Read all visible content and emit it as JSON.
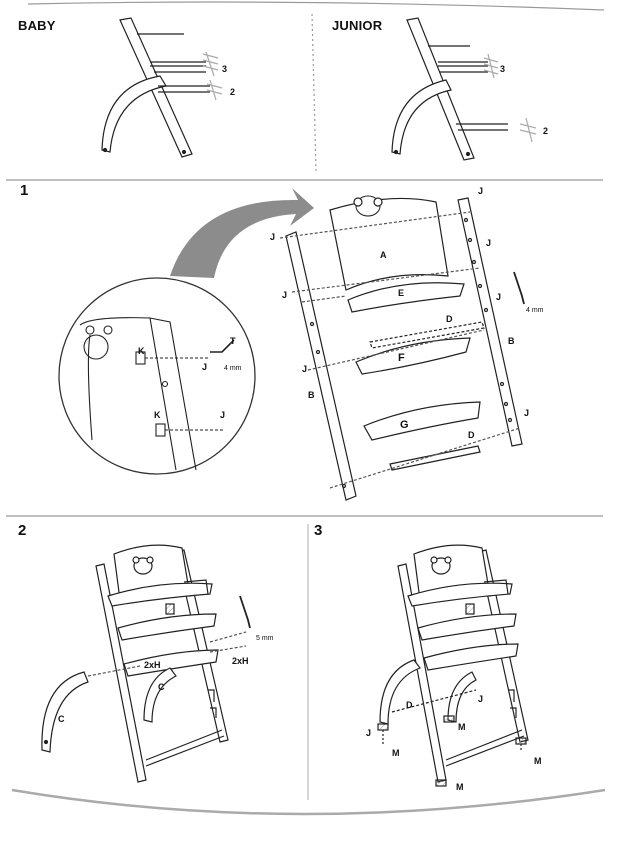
{
  "sections": {
    "baby": "BABY",
    "junior": "JUNIOR"
  },
  "steps": [
    "1",
    "2",
    "3"
  ],
  "baby_rungs": [
    "3",
    "2"
  ],
  "junior_rungs": [
    "3",
    "2"
  ],
  "step1": {
    "parts": {
      "A": "A",
      "B1": "B",
      "B2": "B",
      "D1": "D",
      "D2": "D",
      "E": "E",
      "F": "F",
      "G": "G",
      "J1": "J",
      "J2": "J",
      "J3": "J",
      "J4": "J",
      "J5": "J",
      "J6": "J",
      "J7": "J"
    },
    "tool": "4 mm",
    "detail": {
      "K1": "K",
      "K2": "K",
      "T": "T",
      "J1": "J",
      "J2": "J",
      "tool": "4 mm"
    }
  },
  "step2": {
    "parts": {
      "H1": "2xH",
      "H2": "2xH",
      "C1": "C",
      "C2": "C"
    },
    "tool": "5 mm"
  },
  "step3": {
    "parts": {
      "D": "D",
      "J1": "J",
      "J2": "J",
      "M1": "M",
      "M2": "M",
      "M3": "M",
      "M4": "M"
    }
  }
}
